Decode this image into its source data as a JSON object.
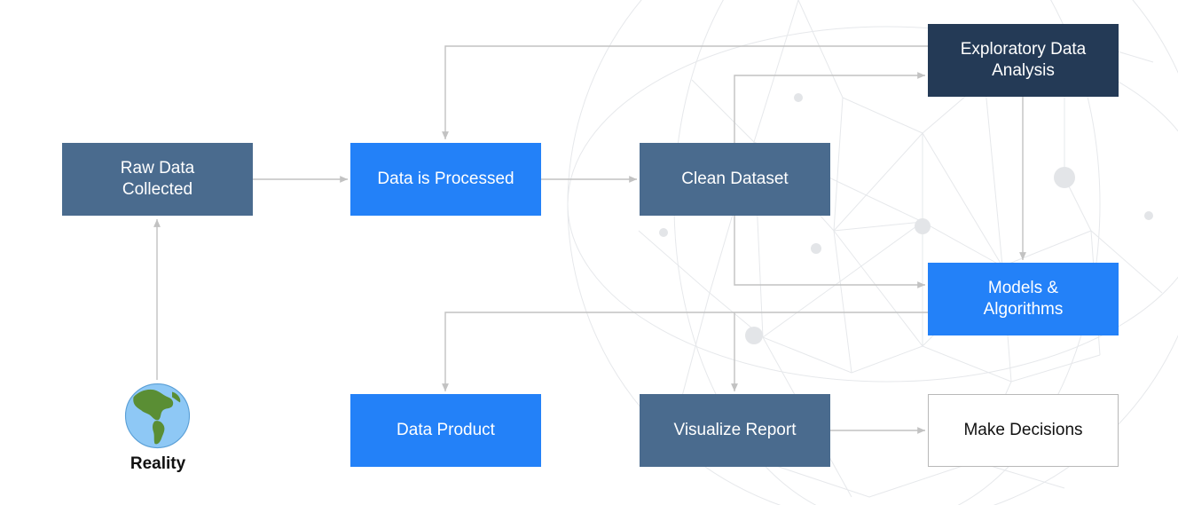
{
  "nodes": {
    "raw": "Raw Data\nCollected",
    "processed": "Data is Processed",
    "clean": "Clean Dataset",
    "eda": "Exploratory Data\nAnalysis",
    "models": "Models &\nAlgorithms",
    "product": "Data Product",
    "visualize": "Visualize Report",
    "decisions": "Make Decisions"
  },
  "reality": {
    "label": "Reality",
    "icon": "globe-americas-icon"
  },
  "colors": {
    "slate": "#4a6b8e",
    "bright_blue": "#2381f8",
    "navy": "#243a56",
    "connector": "#c2c2c2",
    "background_network": "#e4e6e9"
  }
}
